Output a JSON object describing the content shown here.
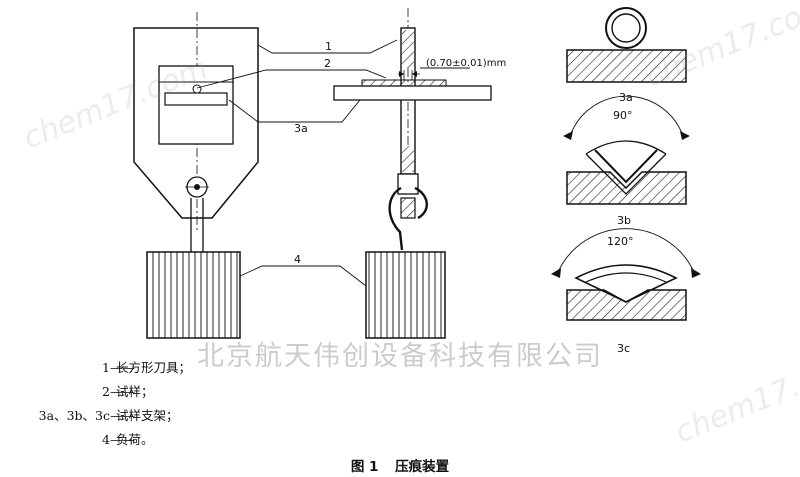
{
  "figure": {
    "callouts": {
      "c1": "1",
      "c2": "2",
      "c3a": "3a",
      "c4": "4",
      "thickness": "(0.70±0.01)mm"
    },
    "support_labels": {
      "a": "3a",
      "b": "3b",
      "c": "3c"
    },
    "angles": {
      "b": "90°",
      "c": "120°"
    }
  },
  "legend": [
    {
      "key": "1",
      "text": "长方形刀具；"
    },
    {
      "key": "2",
      "text": "试样；"
    },
    {
      "key": "3a、3b、3c",
      "text": "试样支架；"
    },
    {
      "key": "4",
      "text": "负荷。"
    }
  ],
  "caption": {
    "number": "图 1",
    "title": "压痕装置"
  },
  "watermark": {
    "company": "北京航天伟创设备科技有限公司",
    "site": "chem17.com"
  }
}
